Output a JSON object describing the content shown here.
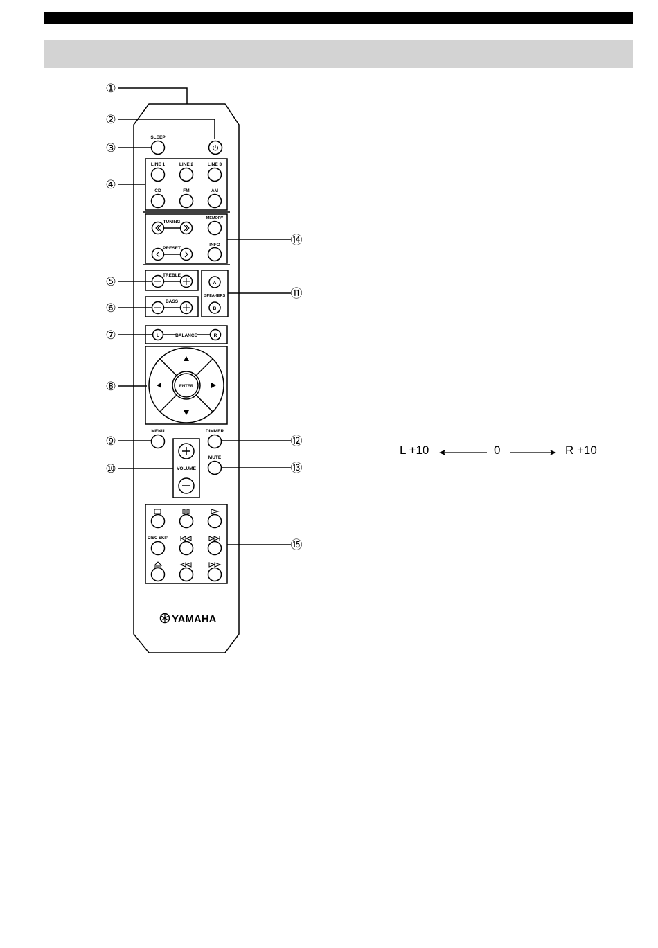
{
  "remote": {
    "callouts": [
      "①",
      "②",
      "③",
      "④",
      "⑤",
      "⑥",
      "⑦",
      "⑧",
      "⑨",
      "⑩",
      "⑪",
      "⑫",
      "⑬",
      "⑭",
      "⑮"
    ],
    "labels": {
      "sleep": "SLEEP",
      "line1": "LINE 1",
      "line2": "LINE 2",
      "line3": "LINE 3",
      "cd": "CD",
      "fm": "FM",
      "am": "AM",
      "tuning": "TUNING",
      "memory": "MEMORY",
      "preset": "PRESET",
      "info": "INFO",
      "treble": "TREBLE",
      "bass": "BASS",
      "speakers": "SPEAKERS",
      "speaker_a": "A",
      "speaker_b": "B",
      "balance": "BALANCE",
      "balance_l": "L",
      "balance_r": "R",
      "enter": "ENTER",
      "menu": "MENU",
      "dimmer": "DIMMER",
      "mute": "MUTE",
      "volume": "VOLUME",
      "disc_skip": "DISC SKIP",
      "brand": "YAMAHA"
    },
    "icons": {
      "power": "power-icon",
      "stop": "stop-icon",
      "pause": "pause-icon",
      "play": "play-icon",
      "prev": "skip-back-icon",
      "next": "skip-forward-icon",
      "eject": "eject-icon",
      "rewind": "rewind-icon",
      "forward": "fast-forward-icon"
    }
  },
  "balance_scale": {
    "left": "L +10",
    "center": "0",
    "right": "R +10"
  }
}
